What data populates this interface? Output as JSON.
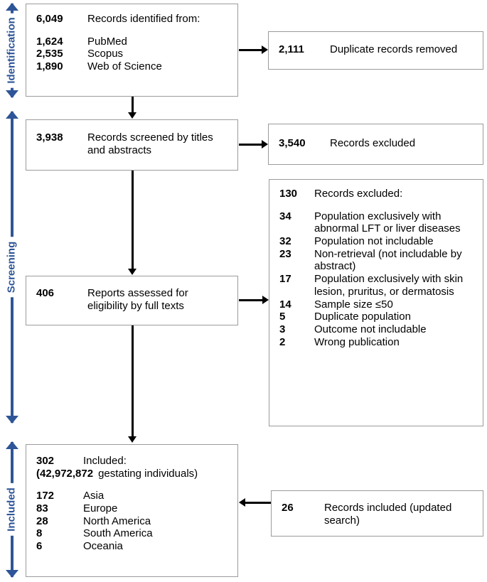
{
  "stages": [
    {
      "label": "Identification",
      "name": "stage-identification"
    },
    {
      "label": "Screening",
      "name": "stage-screening"
    },
    {
      "label": "Included",
      "name": "stage-included"
    }
  ],
  "boxes": {
    "identified": {
      "title_count": "6,049",
      "title_label": "Records identified from:",
      "sources": [
        {
          "count": "1,624",
          "label": "PubMed"
        },
        {
          "count": "2,535",
          "label": "Scopus"
        },
        {
          "count": "1,890",
          "label": "Web of Science"
        }
      ]
    },
    "duplicates_removed": {
      "count": "2,111",
      "label": "Duplicate records removed"
    },
    "screened": {
      "count": "3,938",
      "label": "Records screened by titles and abstracts"
    },
    "screened_excluded": {
      "count": "3,540",
      "label": "Records excluded"
    },
    "fulltext_excluded": {
      "title_count": "130",
      "title_label": "Records excluded:",
      "reasons": [
        {
          "count": "34",
          "label": "Population exclusively with abnormal LFT or liver diseases"
        },
        {
          "count": "32",
          "label": "Population not includable"
        },
        {
          "count": "23",
          "label": "Non-retrieval (not includable by abstract)"
        },
        {
          "count": "17",
          "label": "Population exclusively with skin lesion, pruritus, or dermatosis"
        },
        {
          "count": "14",
          "label": "Sample size ≤50"
        },
        {
          "count": "5",
          "label": "Duplicate population"
        },
        {
          "count": "3",
          "label": "Outcome not includable"
        },
        {
          "count": "2",
          "label": "Wrong publication"
        }
      ]
    },
    "assessed": {
      "count": "406",
      "label": "Reports assessed for eligibility by full texts"
    },
    "included": {
      "title_count": "302",
      "title_label": "Included:",
      "participants_line_open": "(",
      "participants_count": "42,972,872",
      "participants_label": "gestating individuals)",
      "regions": [
        {
          "count": "172",
          "label": "Asia"
        },
        {
          "count": "83",
          "label": "Europe"
        },
        {
          "count": "28",
          "label": "North America"
        },
        {
          "count": "8",
          "label": "South America"
        },
        {
          "count": "6",
          "label": "Oceania"
        }
      ]
    },
    "updated_search": {
      "count": "26",
      "label": "Records included (updated search)"
    }
  },
  "colors": {
    "stage_blue": "#2e5597",
    "box_border": "#9b9b9b",
    "connector": "#000000"
  }
}
